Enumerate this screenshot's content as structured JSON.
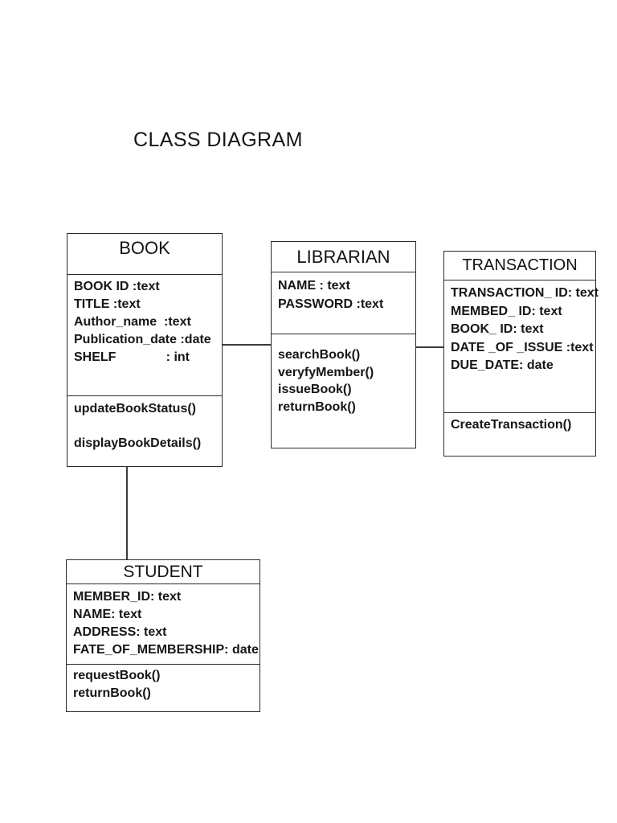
{
  "page": {
    "title": "CLASS DIAGRAM"
  },
  "diagram": {
    "classes": [
      {
        "id": "book",
        "name": "BOOK",
        "attributes": [
          "BOOK ID :text",
          "TITLE :text",
          "Author_name  :text",
          "Publication_date :date",
          "SHELF              : int"
        ],
        "methods": [
          "updateBookStatus()",
          "displayBookDetails()"
        ]
      },
      {
        "id": "librarian",
        "name": "LIBRARIAN",
        "attributes": [
          "NAME : text",
          "PASSWORD :text"
        ],
        "methods": [
          "searchBook()",
          "veryfyMember()",
          "issueBook()",
          "returnBook()"
        ]
      },
      {
        "id": "transaction",
        "name": "TRANSACTION",
        "attributes": [
          "TRANSACTION_ ID: text",
          "MEMBED_ ID: text",
          "BOOK_ ID: text",
          "DATE _OF _ISSUE :text",
          "DUE_DATE: date"
        ],
        "methods": [
          "CreateTransaction()"
        ]
      },
      {
        "id": "student",
        "name": "STUDENT",
        "attributes": [
          "MEMBER_ID: text",
          "NAME: text",
          "ADDRESS: text",
          "FATE_OF_MEMBERSHIP: date"
        ],
        "methods": [
          "requestBook()",
          "returnBook()"
        ]
      }
    ],
    "relationships": [
      {
        "from": "BOOK",
        "to": "LIBRARIAN",
        "type": "association"
      },
      {
        "from": "LIBRARIAN",
        "to": "TRANSACTION",
        "type": "association"
      },
      {
        "from": "BOOK",
        "to": "STUDENT",
        "type": "association"
      }
    ]
  }
}
